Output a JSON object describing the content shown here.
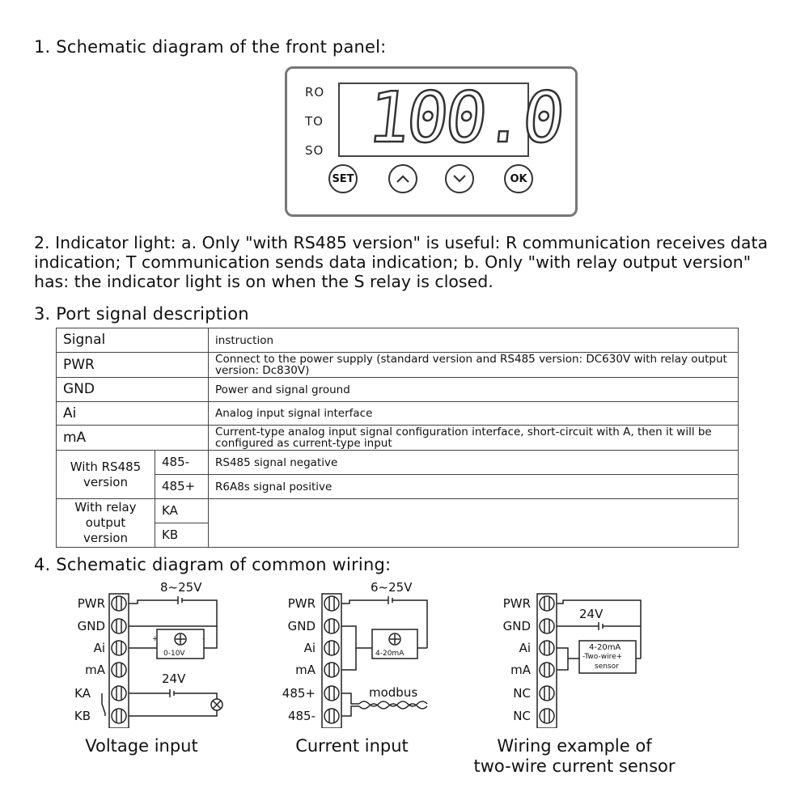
{
  "sections": {
    "s1_title": "1. Schematic diagram of the front panel:",
    "s2_text": "2. Indicator light: a. Only \"with RS485 version\" is useful: R communication receives data indication; T communication sends data indication; b. Only \"with relay output version\" has: the indicator light is on when the S relay is closed.",
    "s3_title": "3. Port signal description",
    "s4_title": "4. Schematic diagram of common wiring:"
  },
  "panel": {
    "indicators": [
      "RO",
      "TO",
      "SO"
    ],
    "display": "100.0",
    "buttons": {
      "set": "SET",
      "up": "up-arrow",
      "down": "down-arrow",
      "ok": "OK"
    }
  },
  "table": {
    "header": {
      "signal": "Signal",
      "instruction": "instruction"
    },
    "rows": [
      {
        "signal": "PWR",
        "instruction": "Connect to the power supply (standard version and RS485 version: DC630V with relay output version: Dc830V)"
      },
      {
        "signal": "GND",
        "instruction": "Power and signal ground"
      },
      {
        "signal": "Ai",
        "instruction": "Analog input signal interface"
      },
      {
        "signal": "mA",
        "instruction": "Current-type analog input signal configuration interface, short-circuit with A, then it will be configured as current-type input"
      }
    ],
    "groups": [
      {
        "name": "With RS485 version",
        "items": [
          {
            "signal": "485-",
            "instruction": "RS485 signal negative"
          },
          {
            "signal": "485+",
            "instruction": "R6A8s signal positive"
          }
        ]
      },
      {
        "name": "With relay output version",
        "items": [
          {
            "signal": "KA",
            "instruction": ""
          },
          {
            "signal": "KB",
            "instruction": ""
          }
        ]
      }
    ]
  },
  "wiring": {
    "voltage": {
      "terminals": [
        "PWR",
        "GND",
        "Ai",
        "mA",
        "KA",
        "KB"
      ],
      "supply": "8~25V",
      "device": "0-10V",
      "relay_supply": "24V",
      "plus": "+",
      "minus": "-",
      "caption": "Voltage input"
    },
    "current": {
      "terminals": [
        "PWR",
        "GND",
        "Ai",
        "mA",
        "485+",
        "485-"
      ],
      "supply": "6~25V",
      "device": "4-20mA",
      "bus": "modbus",
      "caption": "Current input"
    },
    "twowire": {
      "terminals": [
        "PWR",
        "GND",
        "Ai",
        "mA",
        "NC",
        "NC"
      ],
      "supply": "24V",
      "device_line1": "4-20mA",
      "device_line2": "-Two-wire+",
      "device_line3": "sensor",
      "caption_line1": "Wiring example of",
      "caption_line2": "two-wire current sensor"
    }
  }
}
